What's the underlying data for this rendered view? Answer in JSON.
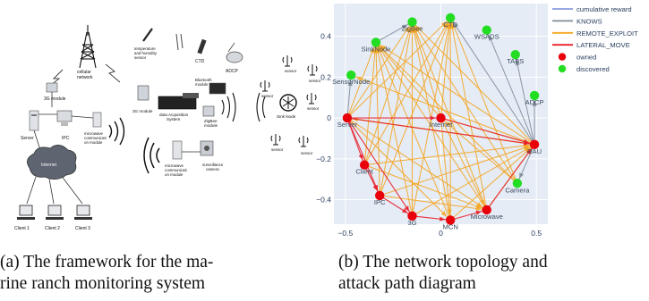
{
  "figure_a": {
    "caption": "(a) The framework for the marine ranch monitoring system",
    "caption_line1": "(a) The framework for the ma-",
    "caption_line2": "rine ranch monitoring system",
    "labels": {
      "cellular": "cellular",
      "network": "network",
      "module_3g_left": "3G module",
      "server": "Server",
      "ipc": "IPC",
      "mw_left_1": "microwave",
      "mw_left_2": "communicati",
      "mw_left_3": "on module",
      "internet": "Internet",
      "client1": "Client 1",
      "client2": "Client 2",
      "client3": "Client 3",
      "temp_1": "temperature",
      "temp_2": "and humidity",
      "temp_3": "sensor",
      "ctd": "CTD",
      "adcp": "ADCP",
      "bt_1": "Bluetooth",
      "bt_2": "module",
      "module_3g_mid": "3G module",
      "das_1": "data Acquisition",
      "das_2": "System",
      "zigbee_1": "ZigBee",
      "zigbee_2": "module",
      "mw_mid_1": "microwave",
      "mw_mid_2": "communicati",
      "mw_mid_3": "on module",
      "cam_1": "surveillance",
      "cam_2": "camera",
      "sink": "Sink Node",
      "sensor": "sensor"
    }
  },
  "figure_b": {
    "caption": "(b) The network topology and attack path diagram",
    "caption_line1": "(b) The network topology and",
    "caption_line2": "attack path diagram",
    "chart_data": {
      "type": "scatter",
      "x_ticks": [
        "−0.5",
        "0",
        "0.5"
      ],
      "y_ticks": [
        "0.4",
        "0.2",
        "0",
        "−0.2",
        "−0.4"
      ],
      "xlim": [
        -0.56,
        0.56
      ],
      "ylim": [
        -0.52,
        0.56
      ],
      "background": "#e5ecf6",
      "colors": {
        "cumulative_reward": "#8a9be0",
        "KNOWS": "#7f8c99",
        "REMOTE_EXPLOIT": "#f5a623",
        "LATERAL_MOVE": "#e8202a",
        "owned": "#e8000b",
        "discovered": "#22dd22"
      },
      "legend": [
        {
          "key": "cumulative_reward",
          "label": "cumulative reward",
          "kind": "line"
        },
        {
          "key": "KNOWS",
          "label": "KNOWS",
          "kind": "line"
        },
        {
          "key": "REMOTE_EXPLOIT",
          "label": "REMOTE_EXPLOIT",
          "kind": "line"
        },
        {
          "key": "LATERAL_MOVE",
          "label": "LATERAL_MOVE",
          "kind": "line"
        },
        {
          "key": "owned",
          "label": "owned",
          "kind": "dot"
        },
        {
          "key": "discovered",
          "label": "discovered",
          "kind": "dot"
        }
      ],
      "nodes": [
        {
          "id": "ZigBee",
          "x": -0.15,
          "y": 0.47,
          "status": "discovered"
        },
        {
          "id": "CTD",
          "x": 0.05,
          "y": 0.49,
          "status": "discovered"
        },
        {
          "id": "WSADS",
          "x": 0.24,
          "y": 0.43,
          "status": "discovered"
        },
        {
          "id": "SinkNode",
          "x": -0.34,
          "y": 0.37,
          "status": "discovered"
        },
        {
          "id": "TABS",
          "x": 0.39,
          "y": 0.31,
          "status": "discovered"
        },
        {
          "id": "SensorNode",
          "x": -0.47,
          "y": 0.21,
          "status": "discovered"
        },
        {
          "id": "ADCP",
          "x": 0.49,
          "y": 0.11,
          "status": "discovered"
        },
        {
          "id": "Server",
          "x": -0.49,
          "y": 0.0,
          "status": "owned"
        },
        {
          "id": "Internet",
          "x": 0.0,
          "y": 0.0,
          "status": "owned"
        },
        {
          "id": "RAU",
          "x": 0.49,
          "y": -0.13,
          "status": "owned"
        },
        {
          "id": "Client",
          "x": -0.4,
          "y": -0.23,
          "status": "owned"
        },
        {
          "id": "Camera",
          "x": 0.4,
          "y": -0.32,
          "status": "discovered"
        },
        {
          "id": "IPC",
          "x": -0.32,
          "y": -0.38,
          "status": "owned"
        },
        {
          "id": "Microwave",
          "x": 0.24,
          "y": -0.45,
          "status": "owned"
        },
        {
          "id": "3G",
          "x": -0.15,
          "y": -0.48,
          "status": "owned"
        },
        {
          "id": "MCN",
          "x": 0.05,
          "y": -0.5,
          "status": "owned"
        }
      ],
      "edges_knows": [
        [
          "Server",
          "SensorNode"
        ],
        [
          "SinkNode",
          "ZigBee"
        ],
        [
          "RAU",
          "CTD"
        ],
        [
          "RAU",
          "WSADS"
        ],
        [
          "RAU",
          "TABS"
        ],
        [
          "RAU",
          "ADCP"
        ],
        [
          "RAU",
          "Camera"
        ]
      ],
      "edges_remote": [
        [
          "Server",
          "ZigBee"
        ],
        [
          "Server",
          "SinkNode"
        ],
        [
          "Server",
          "CTD"
        ],
        [
          "Server",
          "MCN"
        ],
        [
          "Server",
          "Microwave"
        ],
        [
          "Internet",
          "ZigBee"
        ],
        [
          "Internet",
          "SinkNode"
        ],
        [
          "Internet",
          "CTD"
        ],
        [
          "Internet",
          "Microwave"
        ],
        [
          "Internet",
          "MCN"
        ],
        [
          "Client",
          "ZigBee"
        ],
        [
          "Client",
          "SinkNode"
        ],
        [
          "Client",
          "CTD"
        ],
        [
          "Client",
          "Microwave"
        ],
        [
          "Client",
          "RAU"
        ],
        [
          "IPC",
          "ZigBee"
        ],
        [
          "IPC",
          "SinkNode"
        ],
        [
          "IPC",
          "CTD"
        ],
        [
          "IPC",
          "RAU"
        ],
        [
          "IPC",
          "Microwave"
        ],
        [
          "3G",
          "ZigBee"
        ],
        [
          "3G",
          "SinkNode"
        ],
        [
          "3G",
          "CTD"
        ],
        [
          "3G",
          "RAU"
        ],
        [
          "MCN",
          "ZigBee"
        ],
        [
          "MCN",
          "SinkNode"
        ],
        [
          "MCN",
          "CTD"
        ],
        [
          "MCN",
          "RAU"
        ],
        [
          "Microwave",
          "ZigBee"
        ],
        [
          "Microwave",
          "SinkNode"
        ],
        [
          "Microwave",
          "CTD"
        ],
        [
          "Microwave",
          "RAU"
        ],
        [
          "RAU",
          "ZigBee"
        ],
        [
          "RAU",
          "SinkNode"
        ],
        [
          "RAU",
          "SensorNode"
        ],
        [
          "RAU",
          "Server"
        ],
        [
          "Camera",
          "ZigBee"
        ],
        [
          "Camera",
          "SinkNode"
        ],
        [
          "Camera",
          "Internet"
        ],
        [
          "Camera",
          "CTD"
        ],
        [
          "Server",
          "RAU"
        ],
        [
          "Internet",
          "RAU"
        ]
      ],
      "edges_lateral": [
        [
          "Server",
          "Internet"
        ],
        [
          "Server",
          "Client"
        ],
        [
          "Server",
          "IPC"
        ],
        [
          "Server",
          "RAU"
        ],
        [
          "Server",
          "3G"
        ],
        [
          "Client",
          "IPC"
        ],
        [
          "IPC",
          "3G"
        ],
        [
          "3G",
          "MCN"
        ],
        [
          "MCN",
          "Microwave"
        ],
        [
          "Microwave",
          "RAU"
        ],
        [
          "Internet",
          "RAU"
        ]
      ]
    }
  }
}
